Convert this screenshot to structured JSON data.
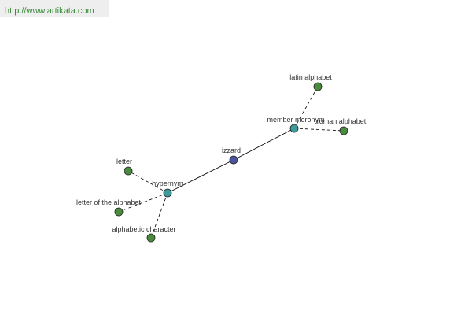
{
  "banner": {
    "url": "http://www.artikata.com"
  },
  "colors": {
    "center": "#4a55a0",
    "relation": "#3f9a9a",
    "leaf": "#4a8c3e",
    "banner_text": "#3a8c3a"
  },
  "graph": {
    "nodes": [
      {
        "id": "izzard",
        "label": "izzard",
        "kind": "center"
      },
      {
        "id": "member-meronym",
        "label": "member meronym",
        "kind": "relation"
      },
      {
        "id": "hypernym",
        "label": "hypernym",
        "kind": "relation"
      },
      {
        "id": "latin-alphabet",
        "label": "latin alphabet",
        "kind": "leaf"
      },
      {
        "id": "roman-alphabet",
        "label": "roman alphabet",
        "kind": "leaf"
      },
      {
        "id": "letter",
        "label": "letter",
        "kind": "leaf"
      },
      {
        "id": "letter-of-the-alphabet",
        "label": "letter of the alphabet",
        "kind": "leaf"
      },
      {
        "id": "alphabetic-character",
        "label": "alphabetic character",
        "kind": "leaf"
      }
    ],
    "edges": [
      {
        "from": "izzard",
        "to": "member-meronym",
        "style": "solid"
      },
      {
        "from": "izzard",
        "to": "hypernym",
        "style": "solid"
      },
      {
        "from": "member-meronym",
        "to": "latin-alphabet",
        "style": "dashed"
      },
      {
        "from": "member-meronym",
        "to": "roman-alphabet",
        "style": "dashed"
      },
      {
        "from": "hypernym",
        "to": "letter",
        "style": "dashed"
      },
      {
        "from": "hypernym",
        "to": "letter-of-the-alphabet",
        "style": "dashed"
      },
      {
        "from": "hypernym",
        "to": "alphabetic-character",
        "style": "dashed"
      }
    ]
  }
}
